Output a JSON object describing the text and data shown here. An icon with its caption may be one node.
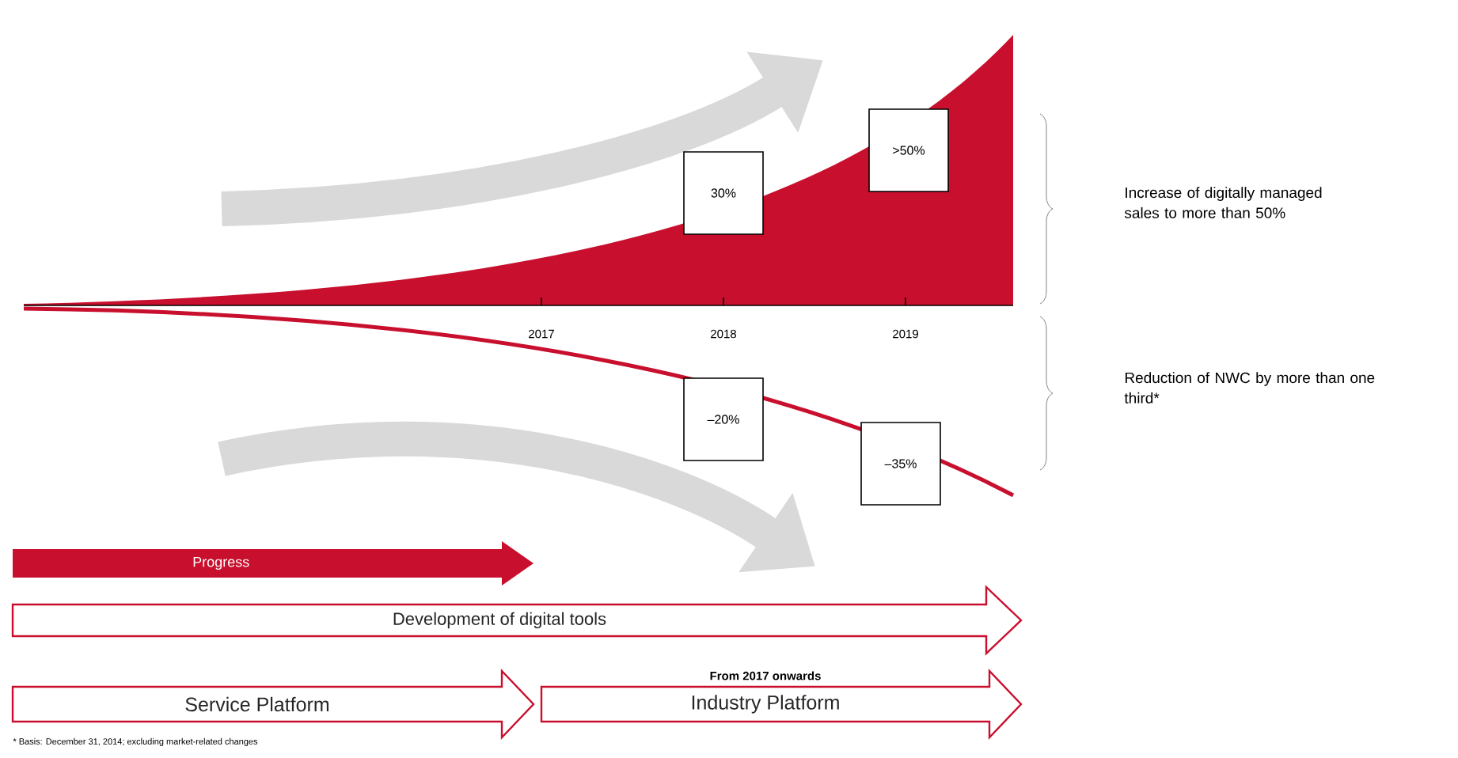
{
  "diagram": {
    "nodes": [
      {
        "text": [
          "30%"
        ]
      },
      {
        "text": [
          ">50%"
        ]
      },
      {
        "text": [
          "–20%"
        ]
      },
      {
        "text": [
          "–35%"
        ]
      },
      {
        "text": [
          "Progress"
        ]
      },
      {
        "text": [
          "Development of digital tools"
        ]
      },
      {
        "text": [
          "Service Platform"
        ]
      },
      {
        "text": [
          "Industry Platform"
        ],
        "beside": [
          "From 2017 onwards"
        ]
      }
    ],
    "labels": [
      "Increase of digitally managed sales to more than 50%",
      "2017",
      "2018",
      "2019",
      "Reduction of NWC by more than one third*",
      "* Basis: December 31, 2014; excluding market-related changes"
    ]
  }
}
